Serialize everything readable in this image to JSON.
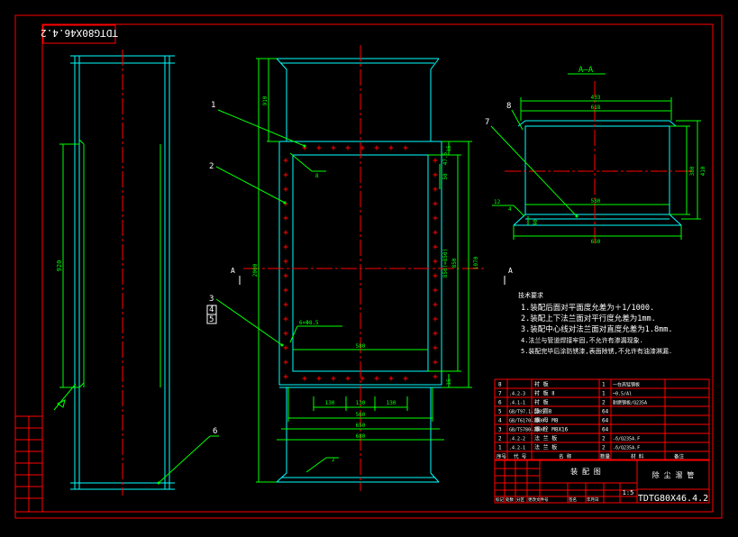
{
  "drawing": {
    "title_block_code": "TDTG80X46.4.2",
    "corner_code_mirrored": "TDTG80X46.4.2",
    "scale": "1:5",
    "section_label": "A—A",
    "section_mark": "A",
    "title_cell_1": "装 配 图",
    "title_cell_2": "除 尘 溜 管",
    "colors": {
      "frame": "#ff0000",
      "geometry": "#00ffff",
      "dimension": "#00ff00",
      "center": "#ff0000",
      "text": "#ffffff",
      "leader": "#00ff00"
    }
  },
  "dims": {
    "left_view_height": "920",
    "front_total_height": "2000",
    "front_top": "910",
    "front_inner_height": "850",
    "front_side_height": "850(=850)",
    "front_outer_height": "1070",
    "front_small_1": "15",
    "front_small_2": "50",
    "front_small_3": "47.5",
    "front_inner_width": "580",
    "bottom_spacing_1": "130",
    "bottom_spacing_2": "130",
    "bottom_spacing_3": "130",
    "bottom_width_1": "560",
    "bottom_width_2": "650",
    "bottom_width_3": "680",
    "side_bottom_small": "15",
    "section_top_width_1": "433",
    "section_top_width_2": "618",
    "section_inner_width": "580",
    "section_bottom_width": "650",
    "section_right_1": "380",
    "section_right_2": "410",
    "section_small": "40",
    "hole_note": "6×Φ8.5",
    "weld_symbol_1": "8",
    "weld_symbol_2": "12",
    "weld_symbol_3": "4",
    "weld_symbol_4": "2"
  },
  "balloons": [
    "1",
    "2",
    "3",
    "4",
    "5",
    "6",
    "7",
    "8"
  ],
  "notes": {
    "heading": "技术要求",
    "items": [
      "1.装配后面对平面度允差为＋1/1000.",
      "2.装配上下法兰面对平行度允差为1mm.",
      "3.装配中心线对法兰面对直度允差为1.8mm.",
      "4.法兰与管道焊接牢固,不允许有渗漏现象.",
      "5.装配完毕后涂防锈漆,表面除锈,不允许有油漆淋漏."
    ]
  },
  "bom": [
    {
      "no": "8",
      "code": "",
      "name": "衬 板",
      "qty": "1",
      "mat": "一在高锰钢板"
    },
    {
      "no": "7",
      "code": ".4.2-3",
      "name": "衬 板 Ⅱ",
      "qty": "1",
      "mat": "~0.5/Al"
    },
    {
      "no": "6",
      "code": ".4.1-1",
      "name": "衬 板",
      "qty": "2",
      "mat": "耐磨钢板/Q235A"
    },
    {
      "no": "5",
      "code": "GB/T97.1-1985",
      "name": "垫 圈8",
      "qty": "64",
      "mat": ""
    },
    {
      "no": "4",
      "code": "GB/T6170-2000",
      "name": "螺 母 M8",
      "qty": "64",
      "mat": ""
    },
    {
      "no": "3",
      "code": "GB/T5780-2000",
      "name": "螺 栓 M8X16",
      "qty": "64",
      "mat": ""
    },
    {
      "no": "2",
      "code": ".4.2-2",
      "name": "法 兰 板",
      "qty": "2",
      "mat": "-δ/Q235A.F"
    },
    {
      "no": "1",
      "code": ".4.2-1",
      "name": "法 兰 板",
      "qty": "2",
      "mat": "-δ/Q235A.F"
    }
  ],
  "bom_header": [
    "序号",
    "代  号",
    "名  称",
    "数量",
    "材  料",
    "备注"
  ],
  "revision_rows": [
    "标记",
    "处数",
    "分区",
    "更改文件号",
    "签名",
    "年月日"
  ]
}
